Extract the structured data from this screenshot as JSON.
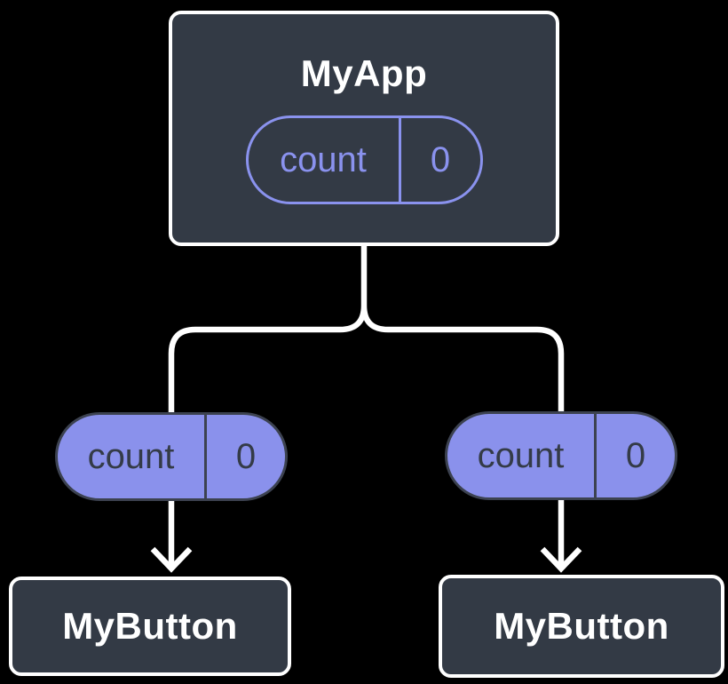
{
  "diagram": {
    "description": "React component tree: parent state passed down as props",
    "colors": {
      "background": "#000000",
      "node_fill": "#333a45",
      "node_border": "#ffffff",
      "node_title_text": "#ffffff",
      "pill_outline_purple": "#8a92ee",
      "pill_fill_purple": "#8a91ec",
      "pill_dark_border": "#3c4250",
      "pill_dark_text": "#343b47",
      "connector": "#ffffff"
    },
    "tree": {
      "root": {
        "title": "MyApp",
        "state_pill": {
          "name": "count",
          "value": "0"
        }
      },
      "left_branch": {
        "prop_pill": {
          "name": "count",
          "value": "0"
        },
        "node_title": "MyButton"
      },
      "right_branch": {
        "prop_pill": {
          "name": "count",
          "value": "0"
        },
        "node_title": "MyButton"
      }
    }
  }
}
